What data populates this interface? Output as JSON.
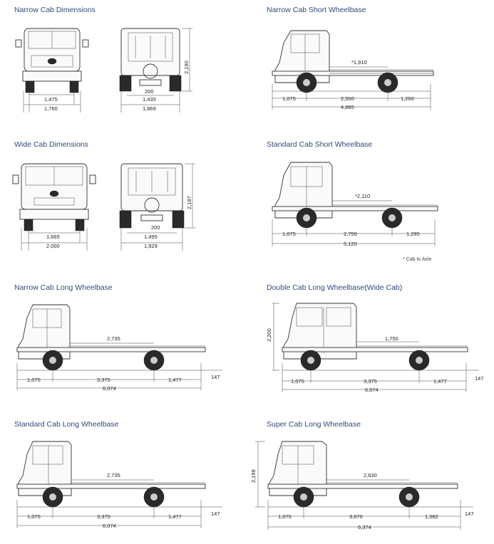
{
  "sections": {
    "narrow_cab_dimensions": {
      "title": "Narrow Cab Dimensions",
      "d1": "1,475",
      "d2": "1,760",
      "d3": "200",
      "d4": "1,435",
      "d5": "1,869",
      "h": "2,190"
    },
    "wide_cab_dimensions": {
      "title": "Wide Cab Dimensions",
      "d1": "1,665",
      "d2": "2,000",
      "d3": "200",
      "d4": "1,495",
      "d5": "1,929",
      "h": "2,187"
    },
    "narrow_cab_short": {
      "title": "Narrow Cab Short Wheelbase",
      "cab_axle": "*1,910",
      "a": "1,075",
      "b": "2,550",
      "c": "1,260",
      "total": "4,885"
    },
    "standard_cab_short": {
      "title": "Standard Cab Short Wheelbase",
      "cab_axle": "*2,110",
      "a": "1,075",
      "b": "2,750",
      "c": "1,295",
      "total": "5,120"
    },
    "narrow_cab_long": {
      "title": "Narrow Cab Long Wheelbase",
      "cab_axle": "2,735",
      "a": "1,075",
      "b": "3,375",
      "c": "1,477",
      "r": "147",
      "total": "6,074"
    },
    "double_cab_long": {
      "title": "Double Cab Long Wheelbase(Wide Cab)",
      "h": "2,200",
      "cab_axle": "1,750",
      "a": "1,075",
      "b": "3,375",
      "c": "1,477",
      "r": "147",
      "total": "6,074"
    },
    "standard_cab_long": {
      "title": "Standard Cab Long Wheelbase",
      "cab_axle": "2,735",
      "a": "1,075",
      "b": "3,375",
      "c": "1,477",
      "r": "147",
      "total": "6,074"
    },
    "super_cab_long": {
      "title": "Super Cab Long Wheelbase",
      "h": "2,198",
      "cab_axle": "2,630",
      "a": "1,075",
      "b": "3,670",
      "c": "1,582",
      "r": "147",
      "total": "6,374"
    }
  },
  "note": "* Cab to Axle"
}
